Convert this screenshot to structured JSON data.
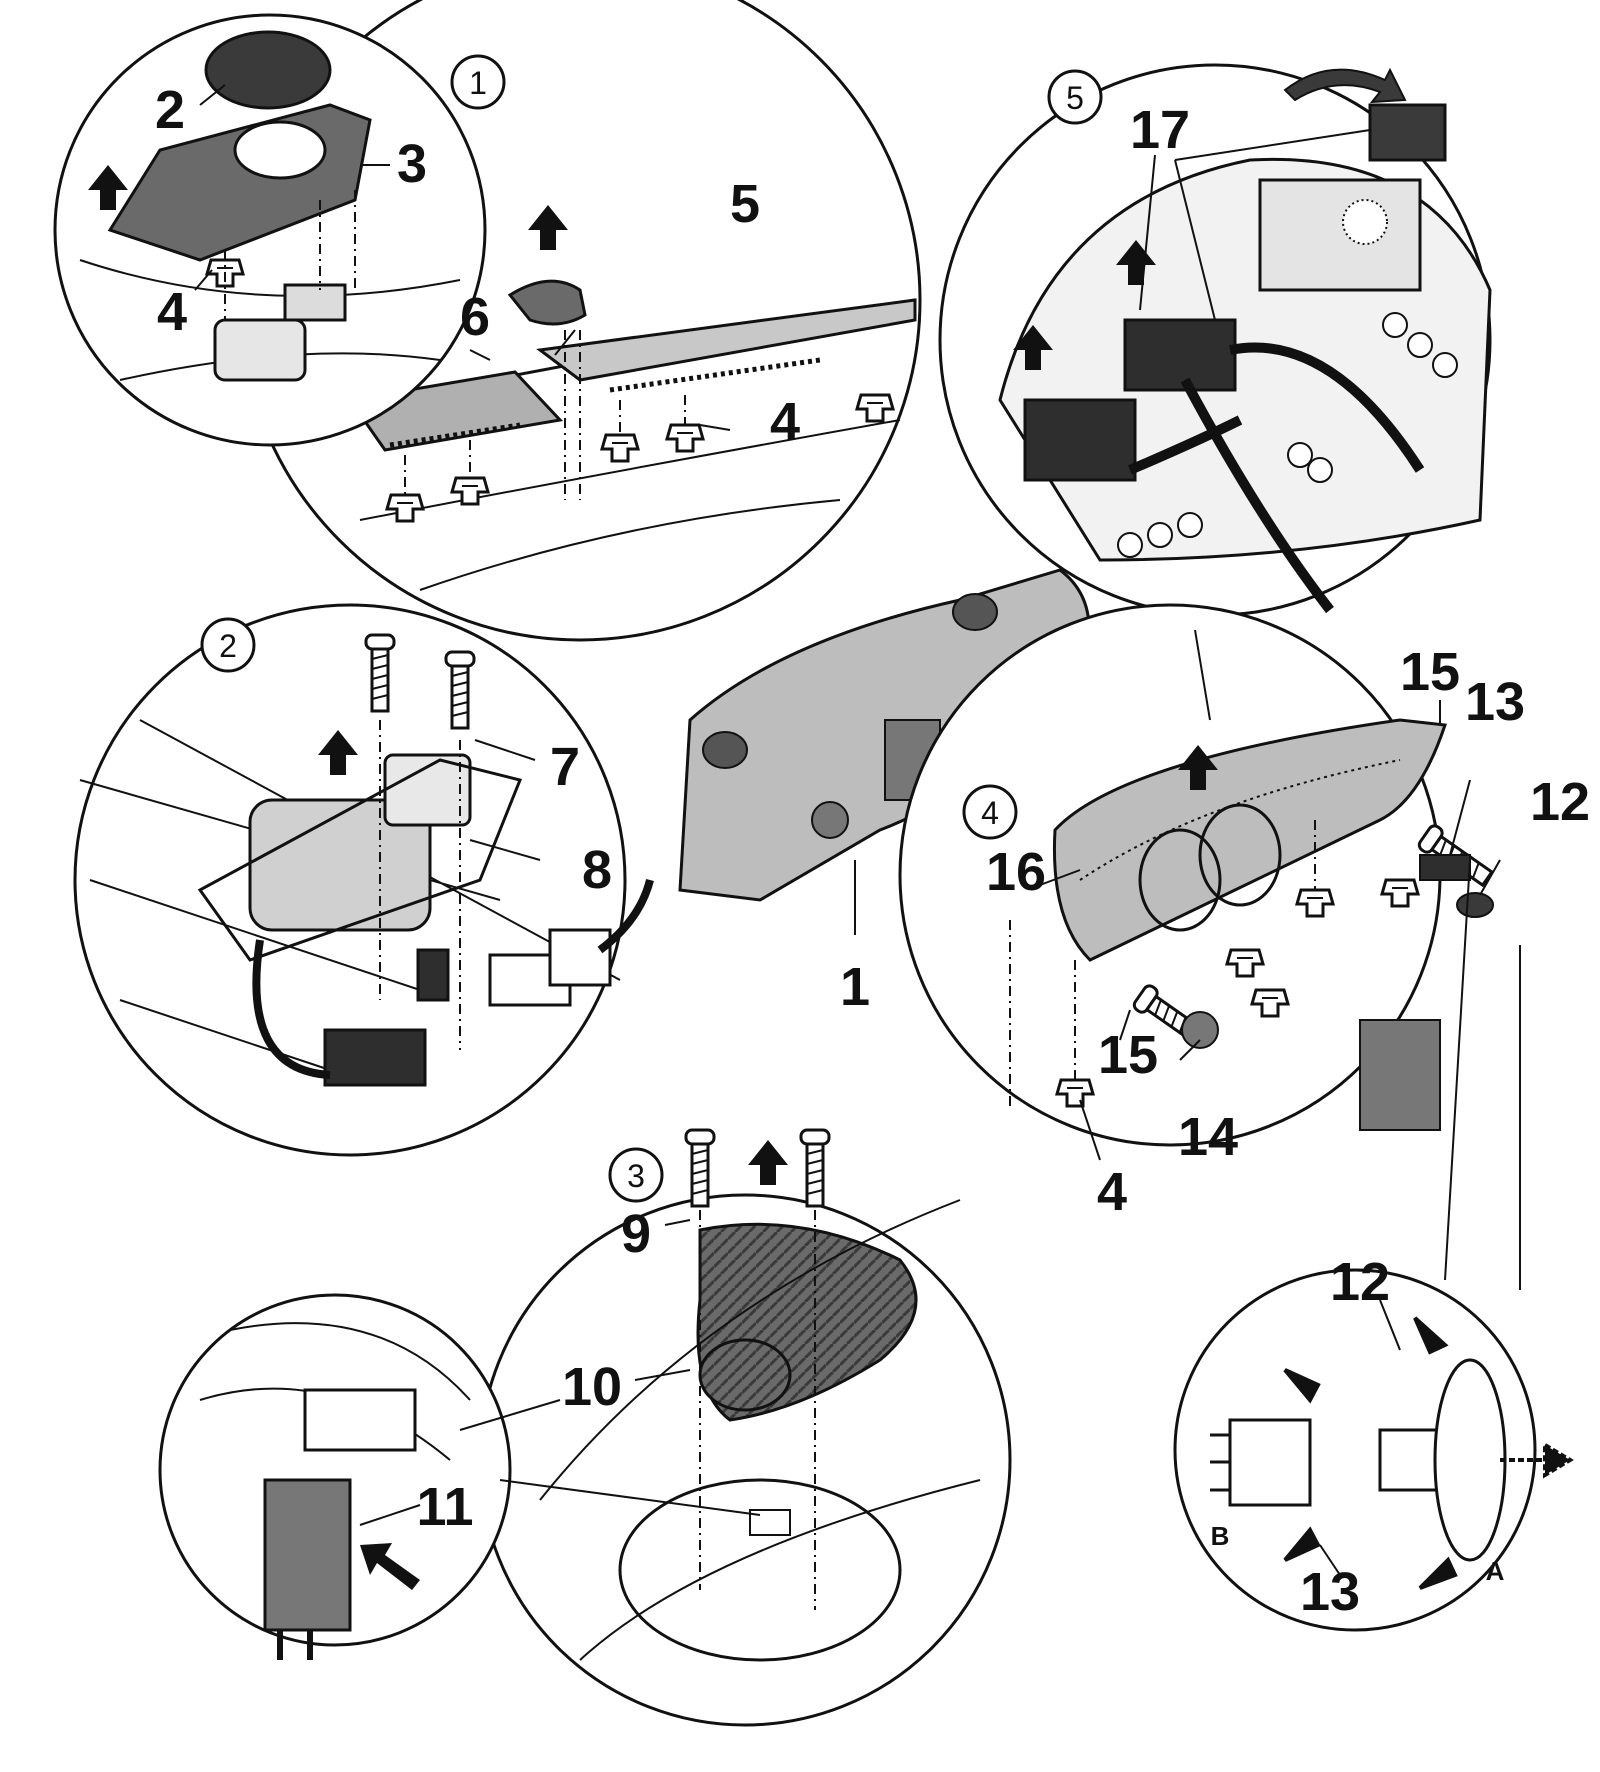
{
  "diagram": {
    "detail_numbers": [
      "1",
      "2",
      "3",
      "4",
      "5"
    ],
    "callouts": {
      "c1": "1",
      "c2": "2",
      "c3": "3",
      "c4a": "4",
      "c4b": "4",
      "c4c": "4",
      "c5": "5",
      "c6": "6",
      "c7": "7",
      "c8": "8",
      "c9": "9",
      "c10": "10",
      "c11": "11",
      "c12a": "12",
      "c12b": "12",
      "c13a": "13",
      "c13b": "13",
      "c14": "14",
      "c15a": "15",
      "c15b": "15",
      "c16": "16",
      "c17": "17"
    },
    "letters": {
      "a": "A",
      "b": "B"
    }
  },
  "colors": {
    "line": "#111111",
    "part_dark": "#555555",
    "part_mid": "#8a8a8a",
    "part_light": "#c8c8c8",
    "background": "#ffffff"
  },
  "icon_names": [
    "arrow-up-icon",
    "arrow-curved-icon",
    "arrow-push-icon",
    "screw-icon",
    "clip-icon"
  ]
}
